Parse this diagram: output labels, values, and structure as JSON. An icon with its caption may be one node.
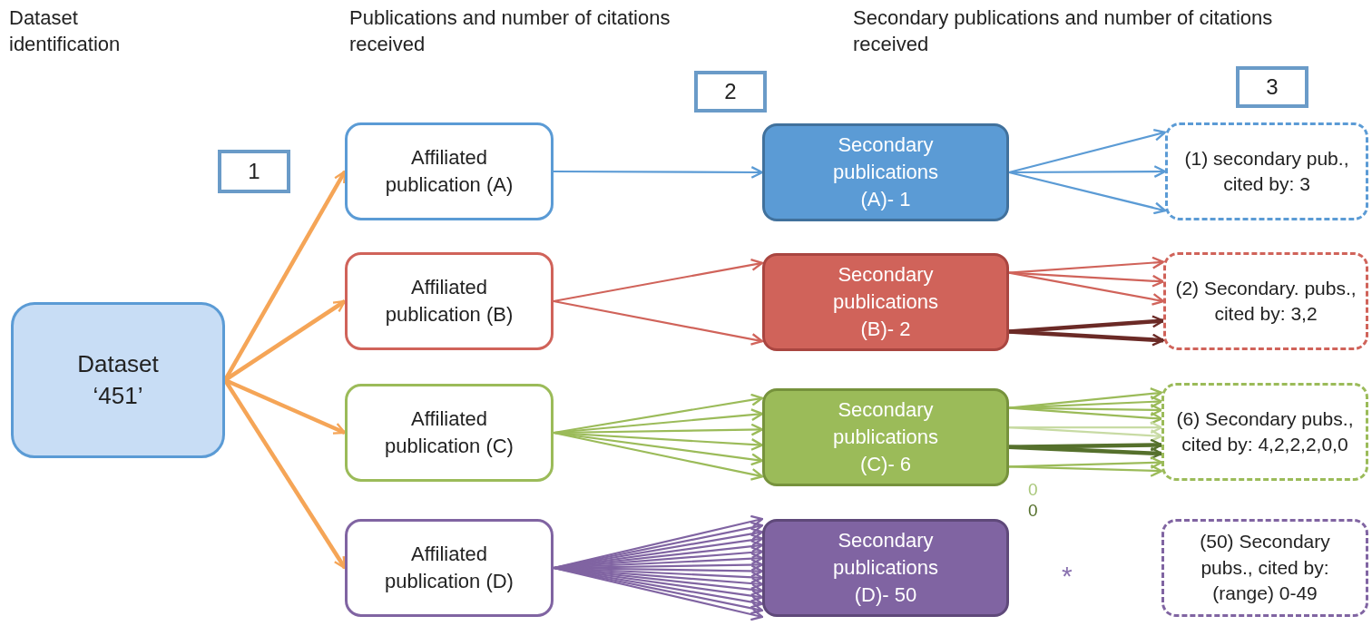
{
  "diagram": {
    "nodes": [
      {
        "text": [
          "Dataset ‘451’"
        ]
      },
      {
        "text": [
          "Affiliated publication (A)"
        ]
      },
      {
        "text": [
          "Affiliated publication (B)"
        ]
      },
      {
        "text": [
          "Affiliated publication (C)"
        ]
      },
      {
        "text": [
          "Affiliated publication (D)"
        ]
      },
      {
        "text": [
          "Secondary publications (A)- 1"
        ]
      },
      {
        "text": [
          "Secondary publications (B)- 2"
        ]
      },
      {
        "text": [
          "Secondary publications (C)- 6"
        ]
      },
      {
        "text": [
          "Secondary publications (D)- 50"
        ]
      },
      {
        "text": [
          "(1) secondary pub., cited by: 3"
        ]
      },
      {
        "text": [
          "(2) Secondary. pubs., cited by: 3,2"
        ]
      },
      {
        "text": [
          "(6) Secondary pubs., cited by: 4,2,2,2,0,0"
        ]
      },
      {
        "text": [
          "(50) Secondary pubs., cited by: (range) 0-49"
        ]
      },
      {
        "text": [
          "1"
        ]
      },
      {
        "text": [
          "2"
        ]
      },
      {
        "text": [
          "3"
        ]
      }
    ],
    "edges": [
      {
        "from": 0,
        "to": 1,
        "arrow": "to",
        "style": "thick",
        "color": "#f5a557"
      },
      {
        "from": 0,
        "to": 2,
        "arrow": "to",
        "style": "thick",
        "color": "#f5a557"
      },
      {
        "from": 0,
        "to": 3,
        "arrow": "to",
        "style": "thick",
        "color": "#f5a557"
      },
      {
        "from": 0,
        "to": 4,
        "arrow": "to",
        "style": "thick",
        "color": "#f5a557"
      },
      {
        "from": 1,
        "to": 5,
        "arrow": "to",
        "color": "#5b9bd5"
      },
      {
        "from": 2,
        "to": 6,
        "arrow": "to",
        "color": "#d0635a"
      },
      {
        "from": 2,
        "to": 6,
        "arrow": "to",
        "color": "#d0635a"
      },
      {
        "from": 3,
        "to": 7,
        "arrow": "to",
        "color": "#9bbb59"
      },
      {
        "from": 3,
        "to": 7,
        "arrow": "to",
        "color": "#9bbb59"
      },
      {
        "from": 3,
        "to": 7,
        "arrow": "to",
        "color": "#9bbb59"
      },
      {
        "from": 3,
        "to": 7,
        "arrow": "to",
        "color": "#9bbb59"
      },
      {
        "from": 3,
        "to": 7,
        "arrow": "to",
        "color": "#9bbb59"
      },
      {
        "from": 3,
        "to": 7,
        "arrow": "to",
        "color": "#9bbb59"
      },
      {
        "from": 4,
        "to": 8,
        "arrow": "to"
      },
      {
        "from": 4,
        "to": 8,
        "arrow": "to"
      },
      {
        "from": 4,
        "to": 8,
        "arrow": "to"
      },
      {
        "from": 4,
        "to": 8,
        "arrow": "to"
      },
      {
        "from": 4,
        "to": 8,
        "arrow": "to"
      },
      {
        "from": 4,
        "to": 8,
        "arrow": "to"
      },
      {
        "from": 4,
        "to": 8,
        "arrow": "to"
      },
      {
        "from": 4,
        "to": 8,
        "arrow": "to"
      },
      {
        "from": 4,
        "to": 8,
        "arrow": "to"
      },
      {
        "from": 4,
        "to": 8,
        "arrow": "to"
      },
      {
        "from": 4,
        "to": 8,
        "arrow": "to"
      },
      {
        "from": 4,
        "to": 8,
        "arrow": "to"
      },
      {
        "from": 4,
        "to": 8,
        "arrow": "to"
      },
      {
        "from": 4,
        "to": 8,
        "arrow": "to"
      },
      {
        "from": 4,
        "to": 8,
        "arrow": "to"
      },
      {
        "from": 4,
        "to": 8,
        "arrow": "to"
      },
      {
        "from": 5,
        "to": 9,
        "arrow": "to",
        "color": "#5b9bd5"
      },
      {
        "from": 5,
        "to": 9,
        "arrow": "to",
        "color": "#5b9bd5"
      },
      {
        "from": 5,
        "to": 9,
        "arrow": "to",
        "color": "#5b9bd5"
      },
      {
        "from": 6,
        "to": 10,
        "arrow": "to",
        "color": "#d0635a"
      },
      {
        "from": 6,
        "to": 10,
        "arrow": "to",
        "color": "#d0635a"
      },
      {
        "from": 6,
        "to": 10,
        "arrow": "to",
        "color": "#d0635a"
      },
      {
        "from": 6,
        "to": 10,
        "arrow": "to",
        "style": "thick",
        "color": "#6b2a26"
      },
      {
        "from": 6,
        "to": 10,
        "arrow": "to",
        "style": "thick",
        "color": "#6b2a26"
      },
      {
        "from": 7,
        "to": 11,
        "arrow": "to",
        "color": "#9bbb59"
      },
      {
        "from": 7,
        "to": 11,
        "arrow": "to",
        "color": "#9bbb59"
      },
      {
        "from": 7,
        "to": 11,
        "arrow": "to",
        "color": "#9bbb59"
      },
      {
        "from": 7,
        "to": 11,
        "arrow": "to",
        "color": "#9bbb59"
      },
      {
        "from": 7,
        "to": 11,
        "arrow": "to",
        "color": "#c8dba4"
      },
      {
        "from": 7,
        "to": 11,
        "arrow": "to",
        "color": "#c8dba4"
      },
      {
        "from": 7,
        "to": 11,
        "arrow": "to",
        "style": "thick",
        "color": "#55702c"
      },
      {
        "from": 7,
        "to": 11,
        "arrow": "to",
        "style": "thick",
        "color": "#55702c"
      },
      {
        "from": 7,
        "to": 11,
        "arrow": "to",
        "color": "#9bbb59"
      },
      {
        "from": 7,
        "to": 11,
        "arrow": "to",
        "color": "#9bbb59"
      }
    ],
    "labels": [
      "Dataset identification",
      "Publications and number of citations received",
      "Secondary publications and number of citations received",
      "0",
      "0",
      "*"
    ]
  }
}
